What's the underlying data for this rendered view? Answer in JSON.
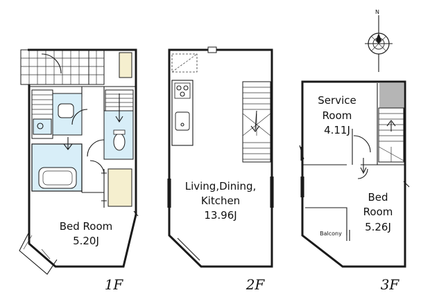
{
  "floor1": {
    "label": "1F",
    "bedroom": {
      "name": "Bed Room",
      "size": "5.20J"
    }
  },
  "floor2": {
    "label": "2F",
    "ldk": {
      "name_line1": "Living,Dining,",
      "name_line2": "Kitchen",
      "size": "13.96J"
    }
  },
  "floor3": {
    "label": "3F",
    "service_room": {
      "name_line1": "Service",
      "name_line2": "Room",
      "size": "4.11J"
    },
    "bedroom": {
      "name_line1": "Bed",
      "name_line2": "Room",
      "size": "5.26J"
    },
    "balcony": "Balcony"
  },
  "compass_north": "N",
  "colors": {
    "wall": "#1a1a1a",
    "wet_area": "#d8eef8",
    "storage": "#f5efcf",
    "void": "#b5b5b5"
  }
}
